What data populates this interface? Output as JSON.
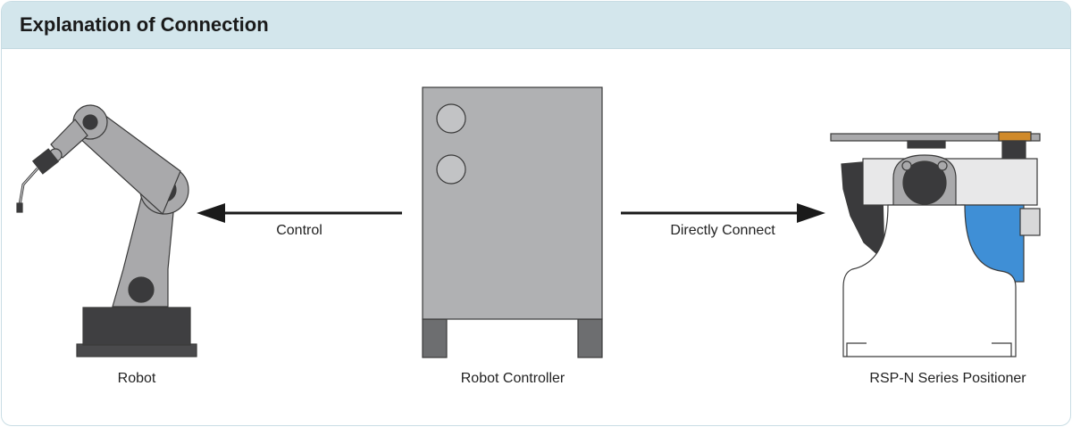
{
  "header": {
    "title": "Explanation of Connection"
  },
  "nodes": {
    "robot": {
      "label": "Robot"
    },
    "controller": {
      "label": "Robot Controller"
    },
    "positioner": {
      "label": "RSP-N Series Positioner"
    }
  },
  "edges": {
    "control": {
      "label": "Control"
    },
    "direct": {
      "label": "Directly Connect"
    }
  },
  "colors": {
    "arm": "#a9a9ab",
    "outline": "#3a3a3a",
    "base": "#4a4a4c",
    "cabinet": "#b0b1b3",
    "cabinet_feet": "#6d6e70",
    "accent_blue": "#3f8fd6",
    "accent_orange": "#d08a2a"
  }
}
